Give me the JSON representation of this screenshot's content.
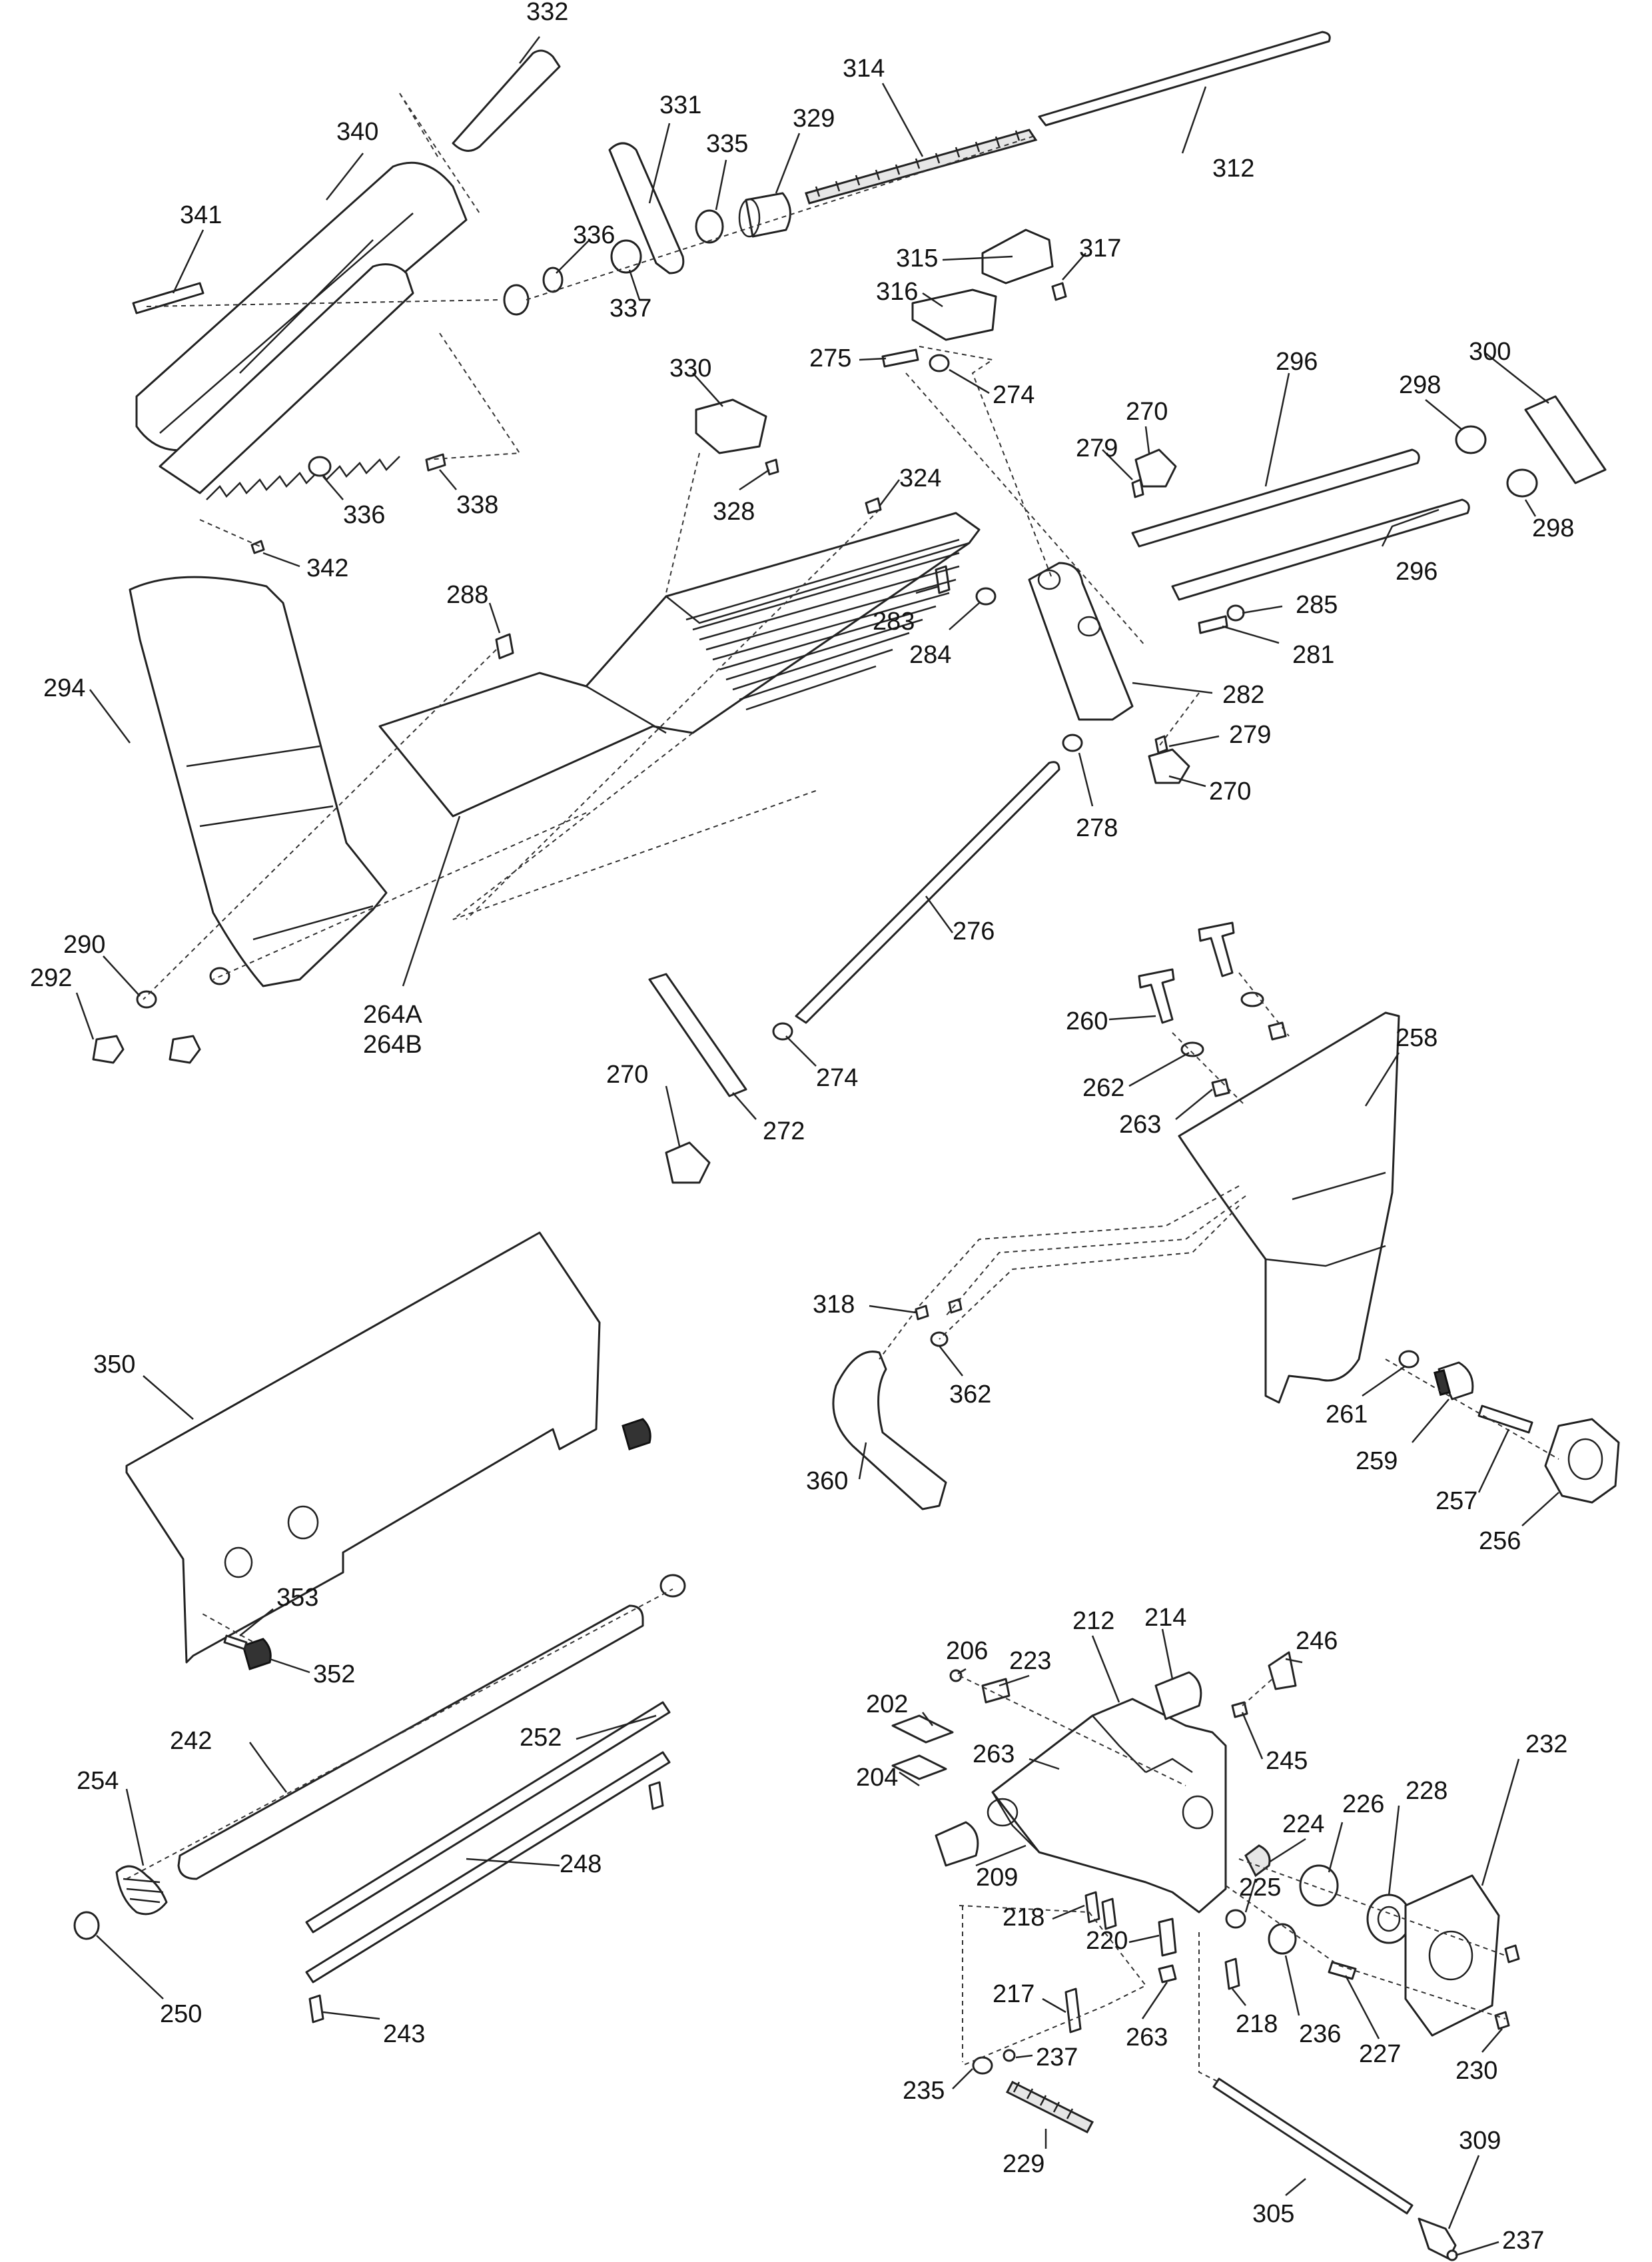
{
  "diagram": {
    "type": "exploded-parts-diagram",
    "callouts": [
      {
        "id": "c332",
        "label": "332"
      },
      {
        "id": "c340",
        "label": "340"
      },
      {
        "id": "c331",
        "label": "331"
      },
      {
        "id": "c314",
        "label": "314"
      },
      {
        "id": "c335",
        "label": "335"
      },
      {
        "id": "c329",
        "label": "329"
      },
      {
        "id": "c312",
        "label": "312"
      },
      {
        "id": "c341",
        "label": "341"
      },
      {
        "id": "c336a",
        "label": "336"
      },
      {
        "id": "c337",
        "label": "337"
      },
      {
        "id": "c315",
        "label": "315"
      },
      {
        "id": "c317",
        "label": "317"
      },
      {
        "id": "c316",
        "label": "316"
      },
      {
        "id": "c275",
        "label": "275"
      },
      {
        "id": "c274a",
        "label": "274"
      },
      {
        "id": "c296a",
        "label": "296"
      },
      {
        "id": "c300",
        "label": "300"
      },
      {
        "id": "c330",
        "label": "330"
      },
      {
        "id": "c270a",
        "label": "270"
      },
      {
        "id": "c298a",
        "label": "298"
      },
      {
        "id": "c279a",
        "label": "279"
      },
      {
        "id": "c298b",
        "label": "298"
      },
      {
        "id": "c336b",
        "label": "336"
      },
      {
        "id": "c338",
        "label": "338"
      },
      {
        "id": "c328",
        "label": "328"
      },
      {
        "id": "c324",
        "label": "324"
      },
      {
        "id": "c342",
        "label": "342"
      },
      {
        "id": "c296b",
        "label": "296"
      },
      {
        "id": "c288",
        "label": "288"
      },
      {
        "id": "c285",
        "label": "285"
      },
      {
        "id": "c283",
        "label": "283"
      },
      {
        "id": "c281",
        "label": "281"
      },
      {
        "id": "c284",
        "label": "284"
      },
      {
        "id": "c294",
        "label": "294"
      },
      {
        "id": "c282",
        "label": "282"
      },
      {
        "id": "c279b",
        "label": "279"
      },
      {
        "id": "c270b",
        "label": "270"
      },
      {
        "id": "c278",
        "label": "278"
      },
      {
        "id": "c276",
        "label": "276"
      },
      {
        "id": "c290",
        "label": "290"
      },
      {
        "id": "c292",
        "label": "292"
      },
      {
        "id": "c264",
        "label": "264A",
        "label2": "264B"
      },
      {
        "id": "c260",
        "label": "260"
      },
      {
        "id": "c258",
        "label": "258"
      },
      {
        "id": "c274b",
        "label": "274"
      },
      {
        "id": "c270c",
        "label": "270"
      },
      {
        "id": "c262",
        "label": "262"
      },
      {
        "id": "c263a",
        "label": "263"
      },
      {
        "id": "c272",
        "label": "272"
      },
      {
        "id": "c350",
        "label": "350"
      },
      {
        "id": "c318",
        "label": "318"
      },
      {
        "id": "c362",
        "label": "362"
      },
      {
        "id": "c261",
        "label": "261"
      },
      {
        "id": "c259",
        "label": "259"
      },
      {
        "id": "c257",
        "label": "257"
      },
      {
        "id": "c360",
        "label": "360"
      },
      {
        "id": "c256",
        "label": "256"
      },
      {
        "id": "c353",
        "label": "353"
      },
      {
        "id": "c352",
        "label": "352"
      },
      {
        "id": "c212",
        "label": "212"
      },
      {
        "id": "c214",
        "label": "214"
      },
      {
        "id": "c206",
        "label": "206"
      },
      {
        "id": "c223",
        "label": "223"
      },
      {
        "id": "c246",
        "label": "246"
      },
      {
        "id": "c242",
        "label": "242"
      },
      {
        "id": "c202",
        "label": "202"
      },
      {
        "id": "c252",
        "label": "252"
      },
      {
        "id": "c245",
        "label": "245"
      },
      {
        "id": "c204",
        "label": "204"
      },
      {
        "id": "c263b",
        "label": "263"
      },
      {
        "id": "c254",
        "label": "254"
      },
      {
        "id": "c224",
        "label": "224"
      },
      {
        "id": "c226",
        "label": "226"
      },
      {
        "id": "c232",
        "label": "232"
      },
      {
        "id": "c209",
        "label": "209"
      },
      {
        "id": "c228",
        "label": "228"
      },
      {
        "id": "c248",
        "label": "248"
      },
      {
        "id": "c225",
        "label": "225"
      },
      {
        "id": "c218a",
        "label": "218"
      },
      {
        "id": "c220",
        "label": "220"
      },
      {
        "id": "c250",
        "label": "250"
      },
      {
        "id": "c217",
        "label": "217"
      },
      {
        "id": "c236",
        "label": "236"
      },
      {
        "id": "c218b",
        "label": "218"
      },
      {
        "id": "c243",
        "label": "243"
      },
      {
        "id": "c263c",
        "label": "263"
      },
      {
        "id": "c227",
        "label": "227"
      },
      {
        "id": "c237a",
        "label": "237"
      },
      {
        "id": "c230",
        "label": "230"
      },
      {
        "id": "c235",
        "label": "235"
      },
      {
        "id": "c229",
        "label": "229"
      },
      {
        "id": "c309",
        "label": "309"
      },
      {
        "id": "c305",
        "label": "305"
      },
      {
        "id": "c237b",
        "label": "237"
      }
    ]
  }
}
